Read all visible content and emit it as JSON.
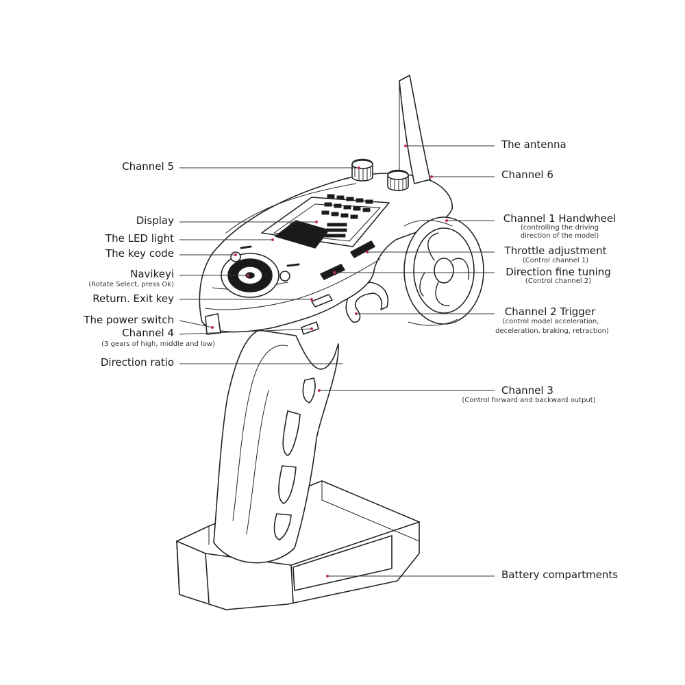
{
  "colors": {
    "line": "#333333",
    "marker": "#c0304a",
    "body_fill": "#ffffff",
    "shade": "#1a1a1a"
  },
  "left_labels": {
    "channel5": "Channel 5",
    "display": "Display",
    "led_light": "The LED light",
    "key_code": "The key code",
    "navikey": "Navikeyi",
    "navikey_sub": "(Rotate Select, press Ok)",
    "return_key": "Return. Exit key",
    "power_switch": "The power switch",
    "channel4": "Channel 4",
    "channel4_sub": "(3 gears of high, middle and low)",
    "direction_ratio": "Direction ratio"
  },
  "right_labels": {
    "antenna": "The antenna",
    "channel6": "Channel 6",
    "handwheel": "Channel 1 Handwheel",
    "handwheel_sub1": "(controlling the driving",
    "handwheel_sub2": "direction of the model)",
    "throttle": "Throttle adjustment",
    "throttle_sub": "(Control channel 1)",
    "direction_fine": "Direction fine tuning",
    "direction_fine_sub": "(Control channel 2)",
    "trigger": "Channel 2 Trigger",
    "trigger_sub1": "(control model acceleration,",
    "trigger_sub2": "deceleration, braking, retraction)",
    "channel3": "Channel 3",
    "channel3_sub": "(Control forward and backward output)",
    "battery": "Battery compartments"
  }
}
